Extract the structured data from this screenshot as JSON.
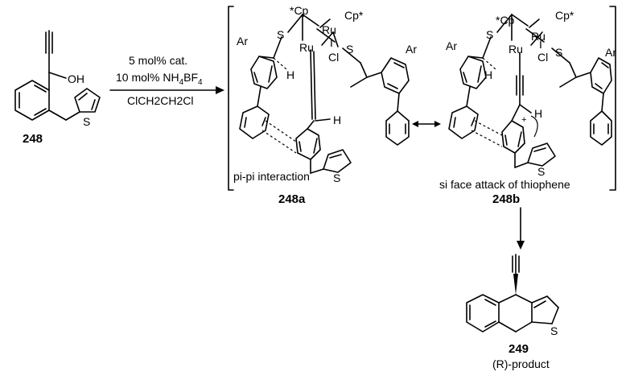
{
  "compounds": {
    "start": "248",
    "int_a": "248a",
    "int_b": "248b",
    "product": "249",
    "product_note": "(R)-product"
  },
  "conditions": {
    "catalyst": "5 mol% cat.",
    "additive_prefix": "10 mol% NH",
    "additive_sub": "4",
    "additive_base": "BF",
    "additive_sub2": "4",
    "solvent": "ClCH2CH2Cl"
  },
  "atoms": {
    "oh": "OH",
    "s": "S",
    "ru": "Ru",
    "cl": "Cl",
    "i": "I",
    "h": "H",
    "ar": "Ar",
    "cp_left": "*Cp",
    "cp_right": "Cp*",
    "plus": "+"
  },
  "annotations": {
    "pi_pi": "pi-pi interaction",
    "si_face": "si face attack of thiophene"
  }
}
